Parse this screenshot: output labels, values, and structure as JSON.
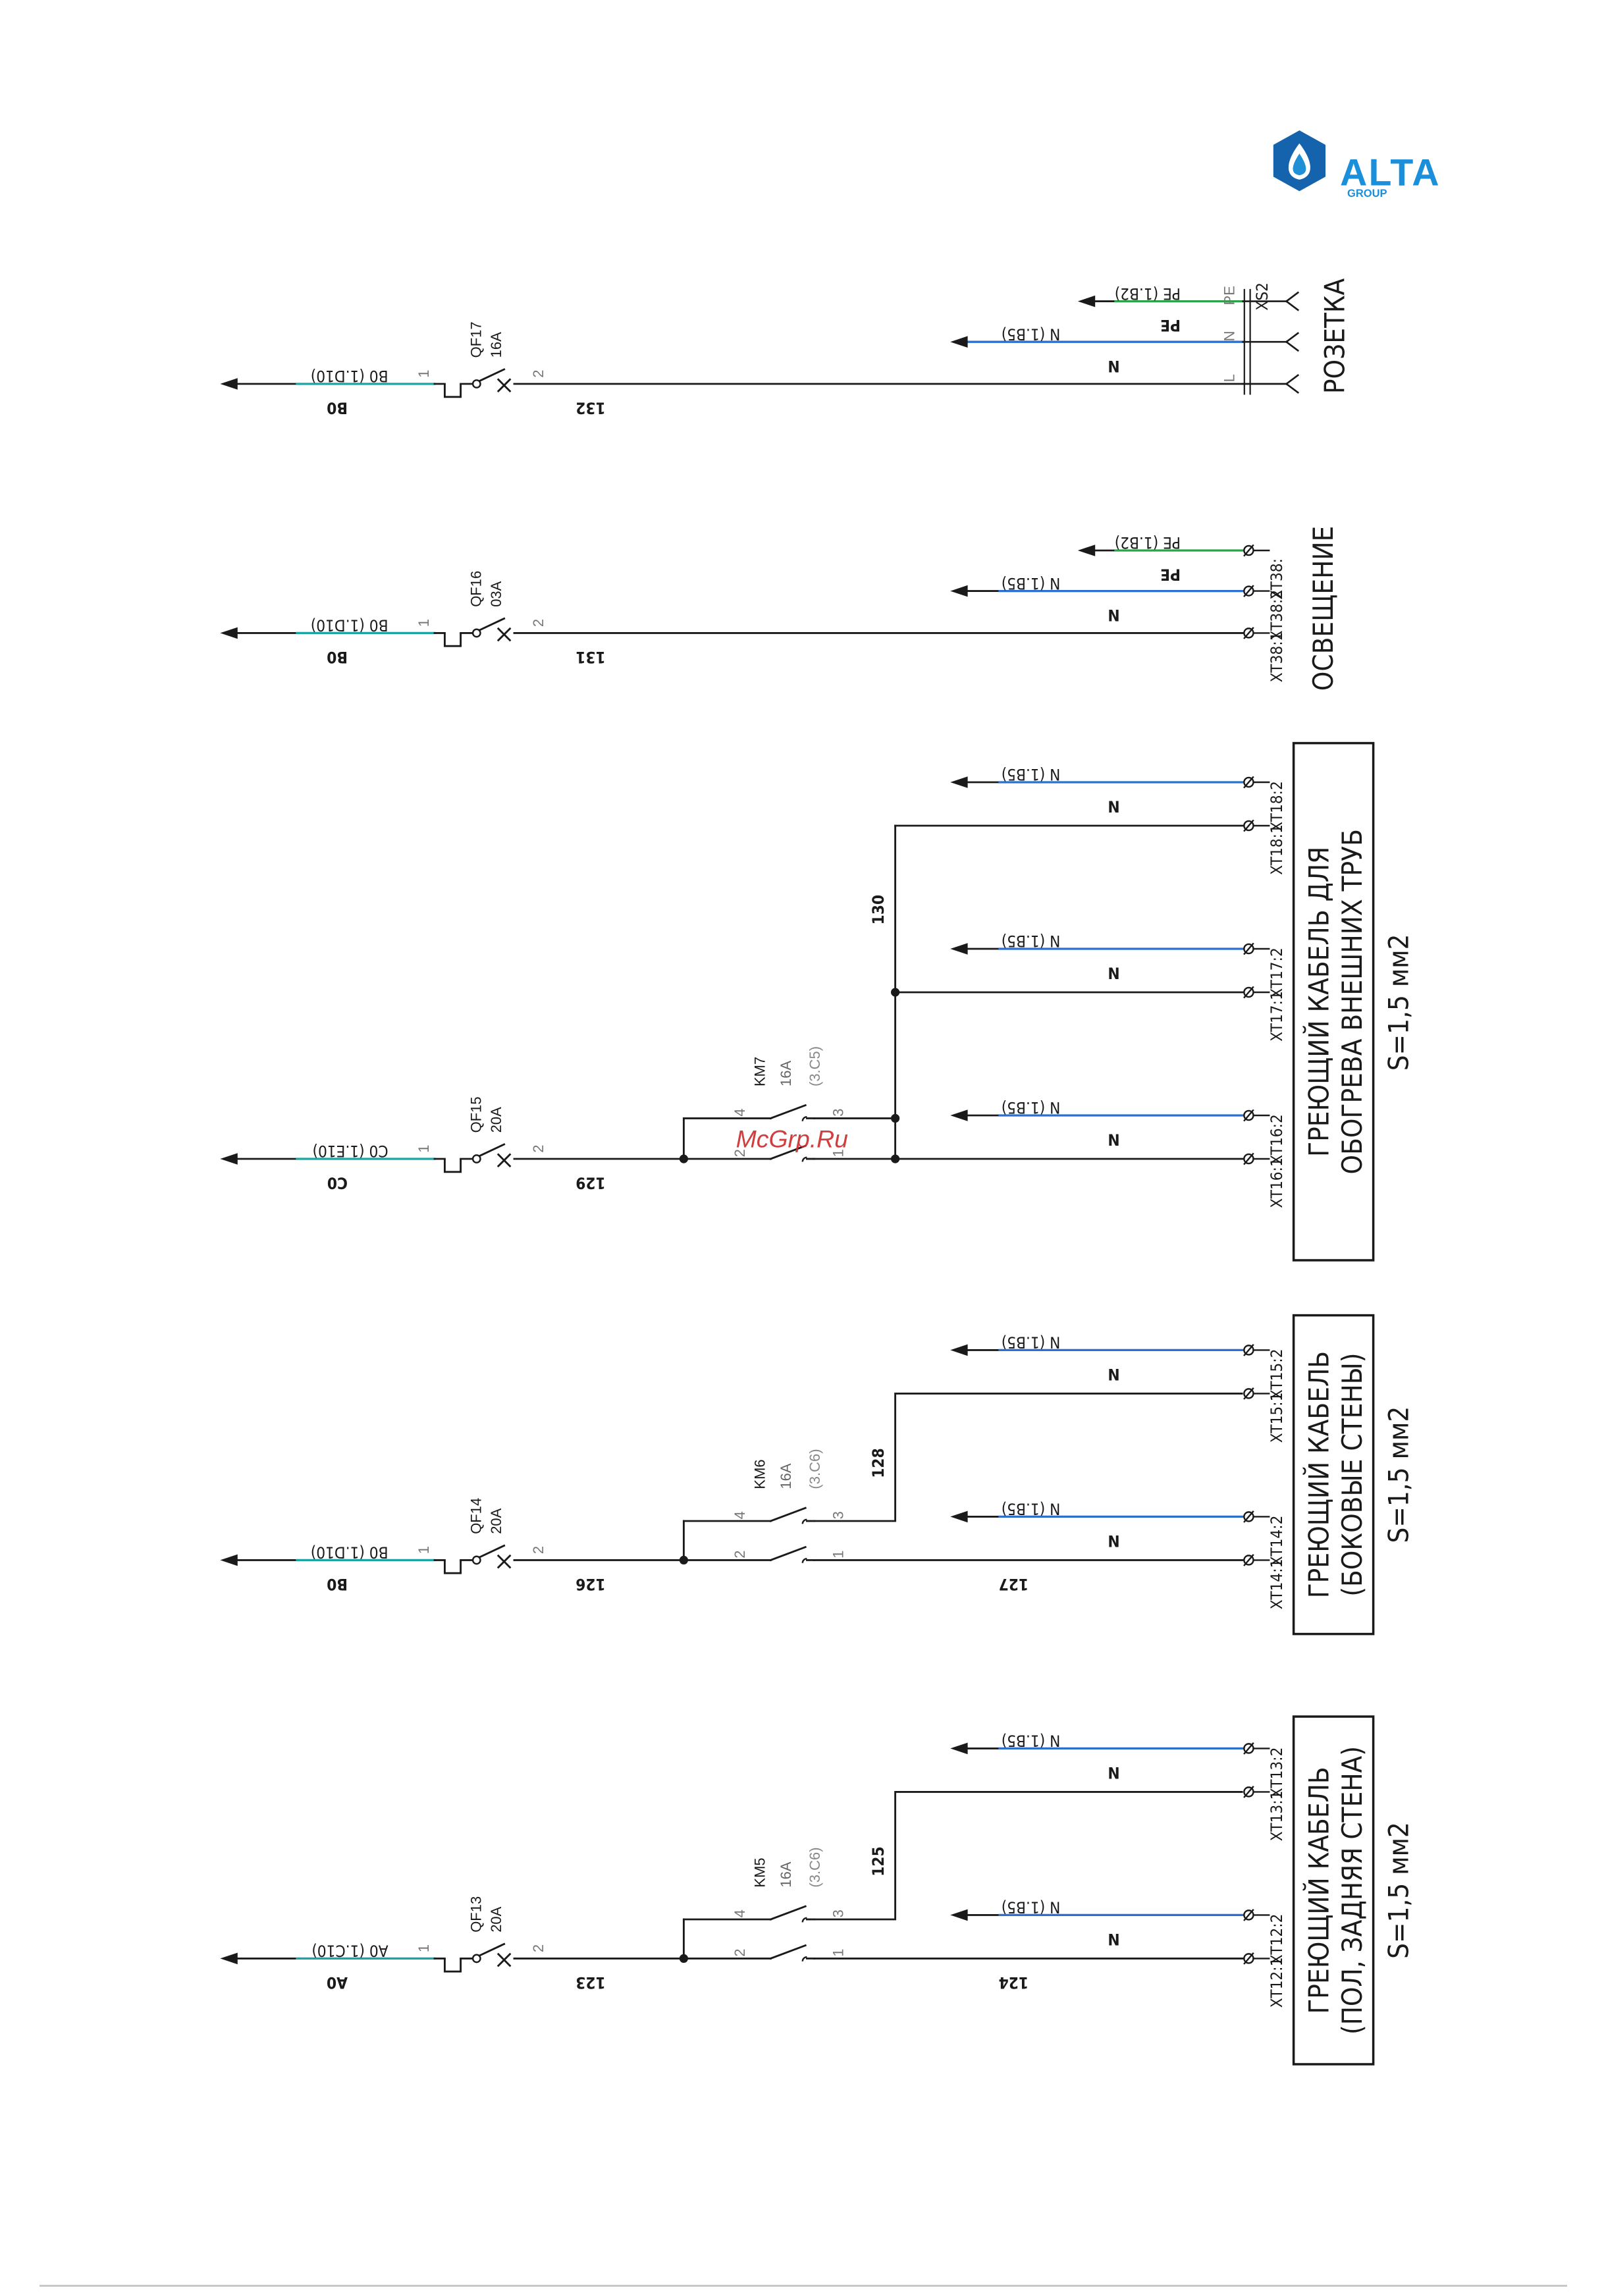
{
  "logo": {
    "brand": "ALTA",
    "sub": "GROUP",
    "colors": {
      "drop": "#1f8fd6",
      "dark": "#1563ad",
      "text": "#1b8fd9"
    }
  },
  "watermark": "McGrp.Ru",
  "colors": {
    "phase": "#1aa5a5",
    "neutral": "#2c6fd0",
    "pe": "#2ea24a",
    "wire": "#1a1a1a",
    "pin": "#777777"
  },
  "columns": [
    {
      "id": "a",
      "feed": "A0 (1.C10)",
      "feed_tag": "A0",
      "breaker": "QF13",
      "breaker_rating": "20A",
      "wire_in": "123",
      "contactor": "KM5",
      "contactor_rating": "16A",
      "contactor_ref": "(3.C6)",
      "line1": "124",
      "line2": "125",
      "terminals": [
        "XT12:1",
        "XT12:2",
        "XT13:1",
        "XT13:2"
      ],
      "n_label": "N",
      "n_ref": "N (1.B5)",
      "title1": "ГРЕЮЩИЙ КАБЕЛЬ",
      "title2": "(ПОЛ, ЗАДНЯЯ СТЕНА)",
      "section": "S=1,5 мм2"
    },
    {
      "id": "b",
      "feed": "B0 (1.D10)",
      "feed_tag": "B0",
      "breaker": "QF14",
      "breaker_rating": "20A",
      "wire_in": "126",
      "contactor": "KM6",
      "contactor_rating": "16A",
      "contactor_ref": "(3.C6)",
      "line1": "127",
      "line2": "128",
      "terminals": [
        "XT14:1",
        "XT14:2",
        "XT15:1",
        "XT15:2"
      ],
      "n_label": "N",
      "n_ref": "N (1.B5)",
      "title1": "ГРЕЮЩИЙ КАБЕЛЬ",
      "title2": "(БОКОВЫЕ СТЕНЫ)",
      "section": "S=1,5 мм2"
    },
    {
      "id": "c",
      "feed": "C0 (1.E10)",
      "feed_tag": "C0",
      "breaker": "QF15",
      "breaker_rating": "20A",
      "wire_in": "129",
      "contactor": "KM7",
      "contactor_rating": "16A",
      "contactor_ref": "(3.C5)",
      "line2": "130",
      "terminals": [
        "XT16:1",
        "XT16:2",
        "XT17:1",
        "XT17:2",
        "XT18:1",
        "XT18:2"
      ],
      "n_label": "N",
      "n_ref": "N (1.B5)",
      "title1": "ГРЕЮЩИЙ КАБЕЛЬ ДЛЯ",
      "title2": "ОБОГРЕВА ВНЕШНИХ ТРУБ",
      "section": "S=1,5 мм2"
    },
    {
      "id": "d",
      "feed": "B0 (1.D10)",
      "feed_tag": "B0",
      "breaker": "QF16",
      "breaker_rating": "03A",
      "wire_in": "131",
      "terminals": [
        "XT38:1",
        "XT38:2",
        "XT38:"
      ],
      "n_label": "N",
      "n_ref": "N (1.B5)",
      "pe_label": "PE",
      "pe_ref": "PE (1.B2)",
      "title1": "ОСВЕЩЕНИЕ"
    },
    {
      "id": "e",
      "feed": "B0 (1.D10)",
      "feed_tag": "B0",
      "breaker": "QF17",
      "breaker_rating": "16A",
      "wire_in": "132",
      "socket": "XS2",
      "pins": [
        "L",
        "N",
        "PE"
      ],
      "n_label": "N",
      "n_ref": "N (1.B5)",
      "pe_label": "PE",
      "pe_ref": "PE (1.B2)",
      "title1": "РОЗЕТКА"
    }
  ]
}
